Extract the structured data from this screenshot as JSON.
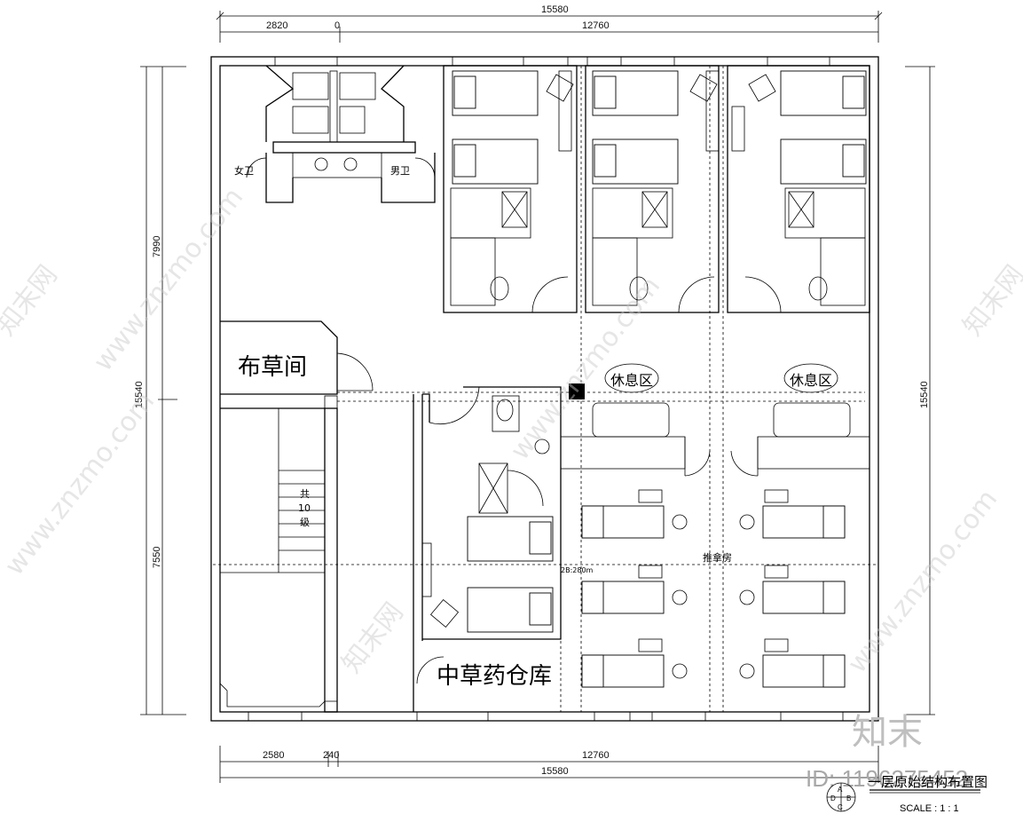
{
  "dimensions": {
    "top_total": "15580",
    "top_left": "2820",
    "top_zero": "0",
    "top_right": "12760",
    "left_upper": "7990",
    "left_lower": "7550",
    "left_total": "15540",
    "right_total": "15540",
    "bottom_left": "2580",
    "bottom_mid": "240",
    "bottom_right": "12760",
    "bottom_total": "15580"
  },
  "rooms": {
    "female_wc": "女卫",
    "male_wc": "男卫",
    "cloth_room": "布草间",
    "stairs_label": [
      "共",
      "10",
      "级"
    ],
    "rest_area_1": "休息区",
    "rest_area_2": "休息区",
    "massage_room": "推拿房",
    "herb_storage": "中草药仓库",
    "small_note": "2B:280m"
  },
  "watermark": {
    "site": "www.znzmo.com",
    "brand": "知末网",
    "logo": "知末",
    "id": "ID: 1196275452"
  },
  "title_block": {
    "title": "一层原始结构布置图",
    "scale": "SCALE : 1 : 1",
    "badge_letters": [
      "A",
      "D",
      "B",
      "C"
    ]
  }
}
